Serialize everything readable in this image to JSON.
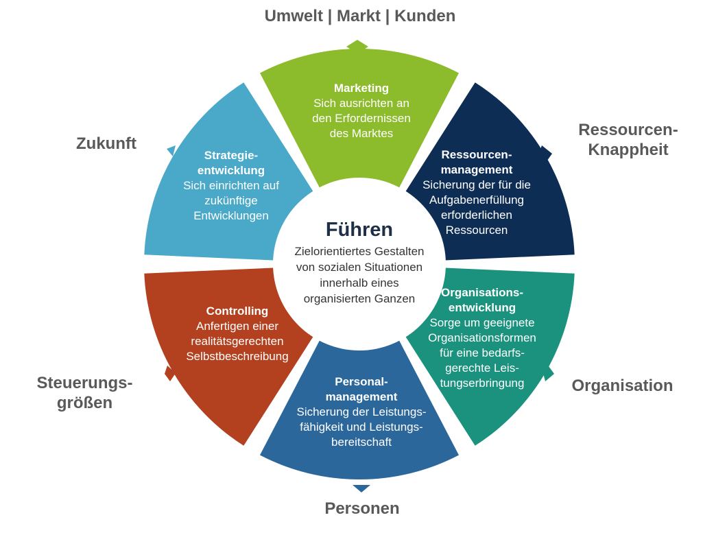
{
  "outer_labels": {
    "top": "Umwelt | Markt | Kunden",
    "top_right": [
      "Ressourcen-",
      "Knappheit"
    ],
    "bottom_right": "Organisation",
    "bottom": "Personen",
    "bottom_left": [
      "Steuerungs-",
      "größen"
    ],
    "top_left": "Zukunft"
  },
  "center": {
    "title": "Führen",
    "text": [
      "Zielorientiertes Gestalten",
      "von sozialen Situationen",
      "innerhalb eines",
      "organisierten Ganzen"
    ]
  },
  "segments": [
    {
      "id": "marketing",
      "color": "#8CBB2B",
      "title": [
        "Marketing"
      ],
      "text": [
        "Sich ausrichten an",
        "den Erfordernissen",
        "des Marktes"
      ]
    },
    {
      "id": "ressourcenmanagement",
      "color": "#0D2D55",
      "title": [
        "Ressourcen-",
        "management"
      ],
      "text": [
        "Sicherung der für die",
        "Aufgabenerfüllung",
        "erforderlichen",
        "Ressourcen"
      ]
    },
    {
      "id": "organisationsentwicklung",
      "color": "#1A927E",
      "title": [
        "Organisations-",
        "entwicklung"
      ],
      "text": [
        "Sorge um geeignete",
        "Organisationsformen",
        "für eine bedarfs-",
        "gerechte Leis-",
        "tungserbringung"
      ]
    },
    {
      "id": "personalmanagement",
      "color": "#2C679B",
      "title": [
        "Personal-",
        "management"
      ],
      "text": [
        "Sicherung der Leistungs-",
        "fähigkeit und Leistungs-",
        "bereitschaft"
      ]
    },
    {
      "id": "controlling",
      "color": "#B3401E",
      "title": [
        "Controlling"
      ],
      "text": [
        "Anfertigen einer",
        "realitätsgerechten",
        "Selbstbeschreibung"
      ]
    },
    {
      "id": "strategieentwicklung",
      "color": "#4AA8C8",
      "title": [
        "Strategie-",
        "entwicklung"
      ],
      "text": [
        "Sich einrichten auf",
        "zukünftige",
        "Entwicklungen"
      ]
    }
  ]
}
